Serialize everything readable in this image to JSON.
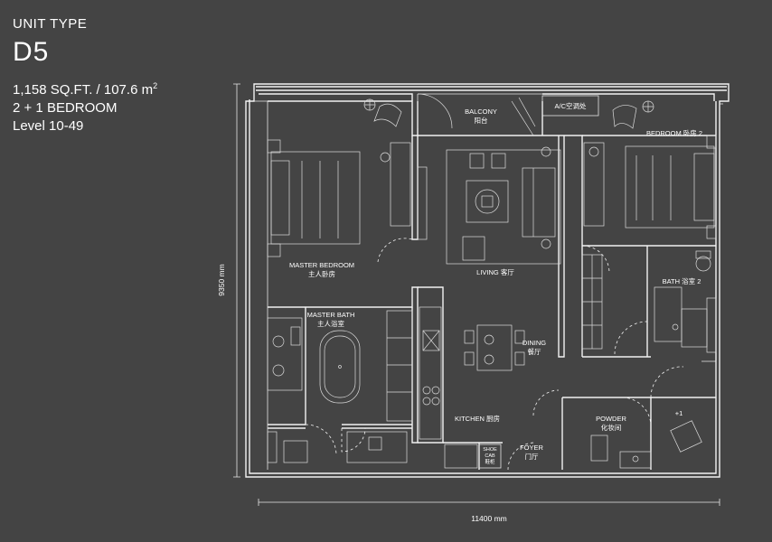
{
  "unit": {
    "label": "UNIT TYPE",
    "code": "D5",
    "area_prefix": "1,158 SQ.FT. / 107.6 m",
    "area_sup": "2",
    "bedrooms": "2 + 1 BEDROOM",
    "levels": "Level 10-49"
  },
  "rooms": {
    "balcony_en": "BALCONY",
    "balcony_zh": "阳台",
    "ac": "A/C空调处",
    "bedroom2": "BEDROOM 卧房 2",
    "master_bedroom_en": "MASTER BEDROOM",
    "master_bedroom_zh": "主人卧房",
    "living": "LIVING 客厅",
    "bath2": "BATH 浴室 2",
    "master_bath_en": "MASTER BATH",
    "master_bath_zh": "主人浴室",
    "dining_en": "DINING",
    "dining_zh": "餐厅",
    "kitchen": "KITCHEN 厨房",
    "powder_en": "POWDER",
    "powder_zh": "化妆间",
    "plus_one": "+1",
    "shoe_cab_1": "SHOE",
    "shoe_cab_2": "CAB",
    "shoe_cab_zh": "鞋柜",
    "foyer_en": "FOYER",
    "foyer_zh": "门厅"
  },
  "dimensions": {
    "height": "9350 mm",
    "width": "11400 mm"
  }
}
